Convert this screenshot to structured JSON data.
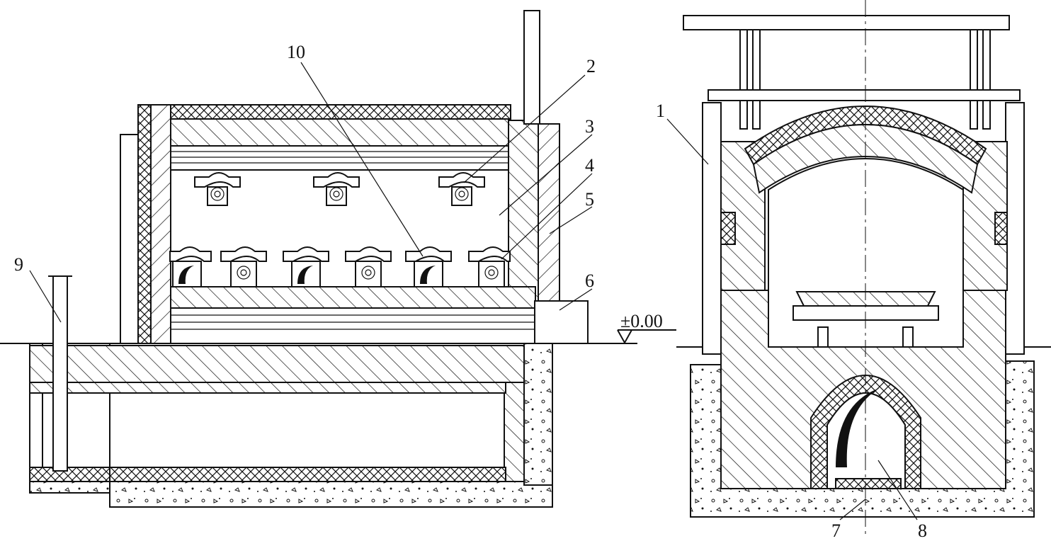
{
  "labels": {
    "n1": "1",
    "n2": "2",
    "n3": "3",
    "n4": "4",
    "n5": "5",
    "n6": "6",
    "n7": "7",
    "n8": "8",
    "n9": "9",
    "n10": "10",
    "level": "±0.00"
  },
  "colors": {
    "line": "#111111",
    "background": "#ffffff"
  }
}
